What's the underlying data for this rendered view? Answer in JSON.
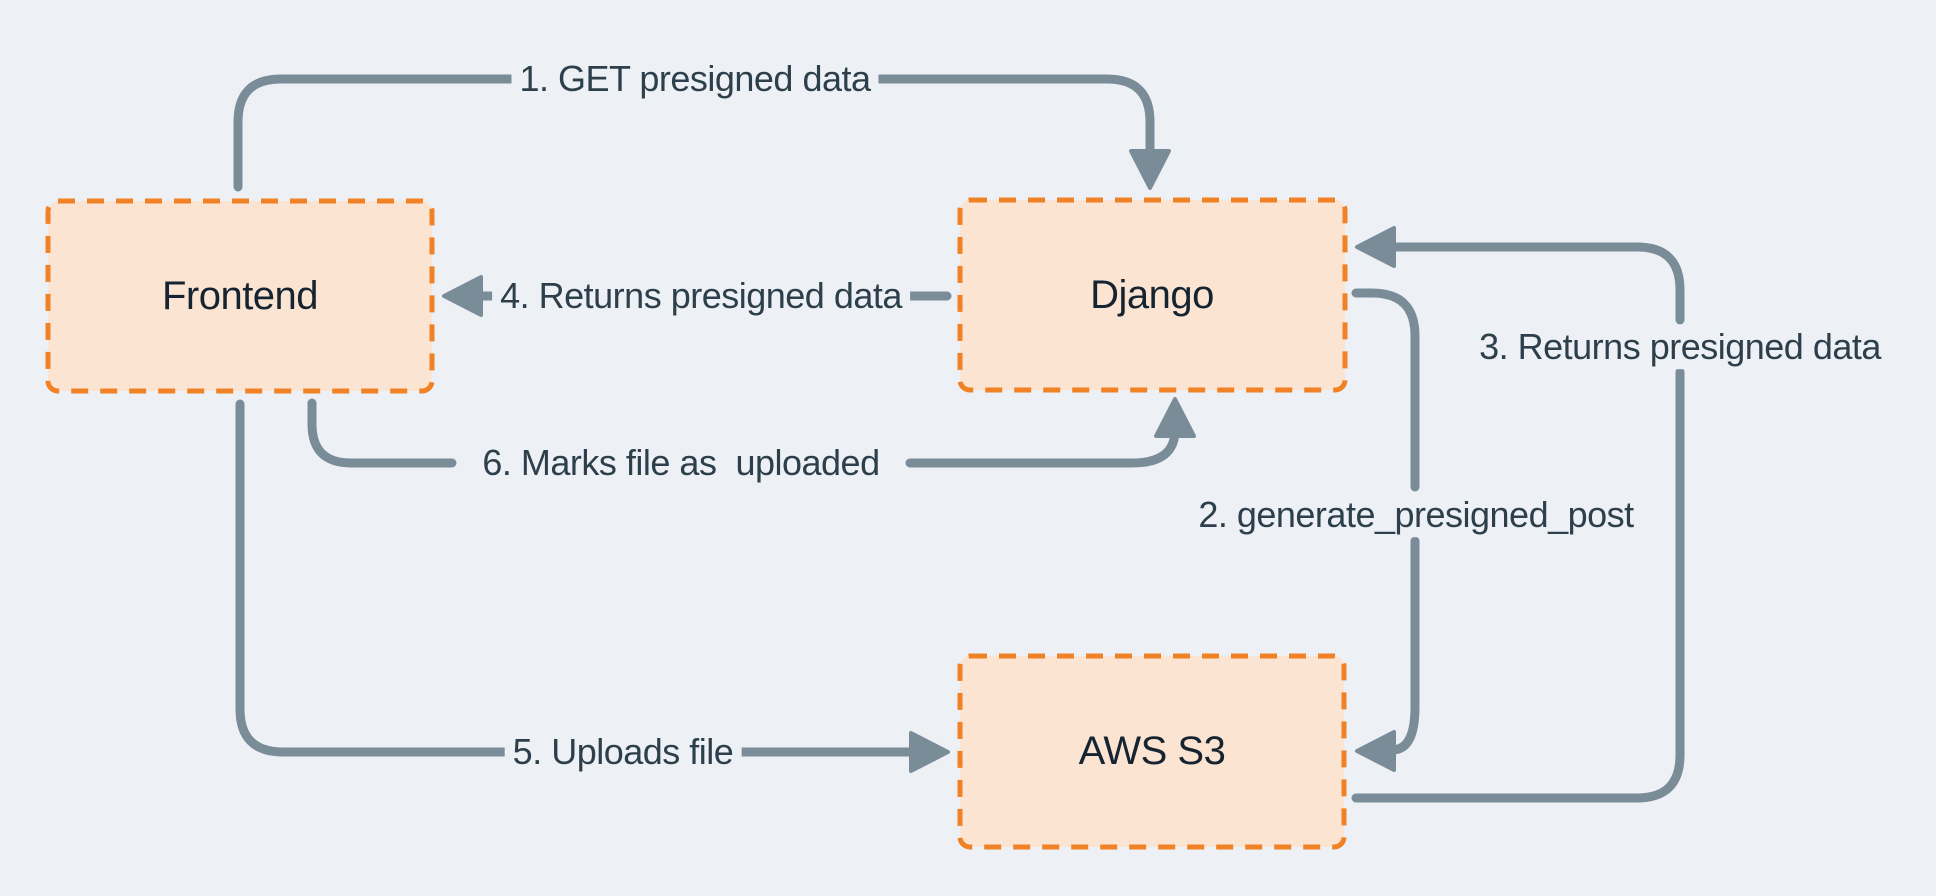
{
  "diagram": {
    "type": "flow-diagram",
    "description": "Presigned S3 upload flow",
    "nodes": [
      {
        "id": "frontend",
        "label": "Frontend"
      },
      {
        "id": "django",
        "label": "Django"
      },
      {
        "id": "aws-s3",
        "label": "AWS S3"
      }
    ],
    "edges": [
      {
        "id": "step-1",
        "label": "1. GET presigned data",
        "from": "Frontend",
        "to": "Django"
      },
      {
        "id": "step-2",
        "label": "2. generate_presigned_post",
        "from": "Django",
        "to": "AWS S3"
      },
      {
        "id": "step-3",
        "label": "3. Returns presigned data",
        "from": "AWS S3",
        "to": "Django"
      },
      {
        "id": "step-4",
        "label": "4. Returns presigned data",
        "from": "Django",
        "to": "Frontend"
      },
      {
        "id": "step-5",
        "label": "5. Uploads file",
        "from": "Frontend",
        "to": "AWS S3"
      },
      {
        "id": "step-6",
        "label": "6. Marks file as  uploaded",
        "from": "Frontend",
        "to": "Django"
      }
    ],
    "theme": {
      "background": "#edf1f5",
      "node_fill": "#fce4d3",
      "node_border": "#f08124",
      "connector": "#7b8c99",
      "label_text": "#2e3f4c",
      "node_text": "#152430"
    }
  }
}
